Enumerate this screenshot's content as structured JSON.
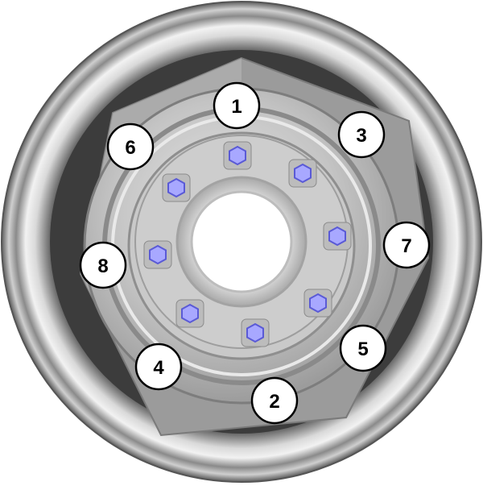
{
  "labels": [
    {
      "number": "1"
    },
    {
      "number": "2"
    },
    {
      "number": "3"
    },
    {
      "number": "4"
    },
    {
      "number": "5"
    },
    {
      "number": "6"
    },
    {
      "number": "7"
    },
    {
      "number": "8"
    }
  ],
  "colors": {
    "rim_dark": "#4a4a4a",
    "rim_mid": "#9a9a9a",
    "rim_light": "#e6e6e6",
    "disc": "#bdbdbd",
    "hex_plate": "#8f8f8f",
    "hub": "#d4d4d4",
    "nut_fill": "#a8a8ff",
    "nut_stroke": "#5a5ad6",
    "label_fill": "#ffffff",
    "label_stroke": "#000000"
  }
}
